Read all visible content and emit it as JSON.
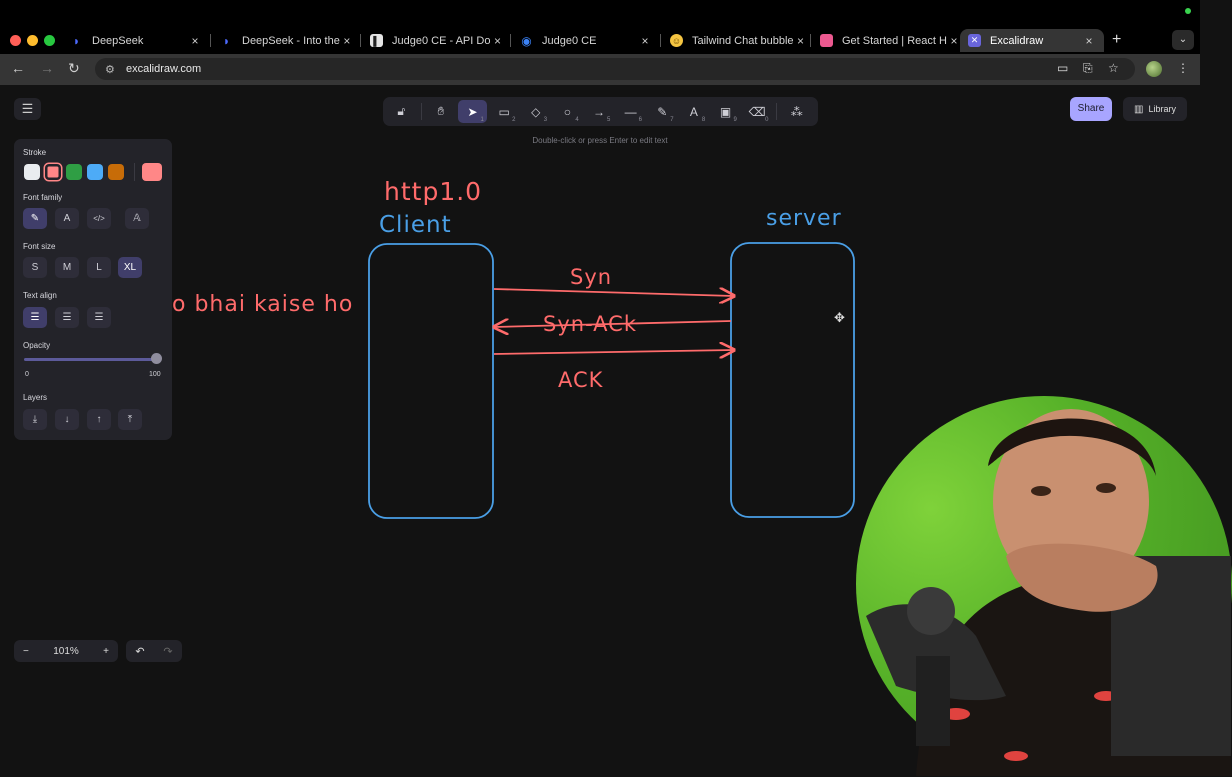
{
  "browser": {
    "tabs": [
      {
        "title": "DeepSeek",
        "favicon": "deepseek-whale-icon",
        "color": "#4d6bfe"
      },
      {
        "title": "DeepSeek - Into the",
        "favicon": "deepseek-whale-icon",
        "color": "#4d6bfe"
      },
      {
        "title": "Judge0 CE - API Do",
        "favicon": "judge0-doc-icon",
        "color": "#e5e5e5"
      },
      {
        "title": "Judge0 CE",
        "favicon": "judge0-search-icon",
        "color": "#3b82f6"
      },
      {
        "title": "Tailwind Chat bubble",
        "favicon": "emoji-face-icon",
        "color": "#f5c542"
      },
      {
        "title": "Get Started | React H",
        "favicon": "react-hook-form-icon",
        "color": "#ec5990"
      },
      {
        "title": "Excalidraw",
        "favicon": "excalidraw-icon",
        "color": "#6965db",
        "active": true
      }
    ],
    "close_glyph": "×",
    "new_tab_glyph": "+",
    "url": "excalidraw.com"
  },
  "app": {
    "menu_icon": "hamburger-icon",
    "hint": "Double-click or press Enter to edit text",
    "share_label": "Share",
    "library_label": "Library",
    "tools": [
      {
        "name": "lock",
        "glyph": "🔓︎",
        "num": ""
      },
      {
        "name": "hand",
        "glyph": "✋︎",
        "num": ""
      },
      {
        "name": "selection",
        "glyph": "➤",
        "num": "1",
        "active": true
      },
      {
        "name": "rectangle",
        "glyph": "▭",
        "num": "2"
      },
      {
        "name": "diamond",
        "glyph": "◇",
        "num": "3"
      },
      {
        "name": "ellipse",
        "glyph": "○",
        "num": "4"
      },
      {
        "name": "arrow",
        "glyph": "→",
        "num": "5"
      },
      {
        "name": "line",
        "glyph": "—",
        "num": "6"
      },
      {
        "name": "draw",
        "glyph": "✎",
        "num": "7"
      },
      {
        "name": "text",
        "glyph": "A",
        "num": "8"
      },
      {
        "name": "image",
        "glyph": "▣",
        "num": "9"
      },
      {
        "name": "eraser",
        "glyph": "⌫",
        "num": "0"
      },
      {
        "name": "extra-tools",
        "glyph": "⁂",
        "num": ""
      }
    ],
    "panel": {
      "stroke_label": "Stroke",
      "stroke_colors": [
        "#e9ecef",
        "#ff8787",
        "#2f9e44",
        "#4dabf7",
        "#c76c08"
      ],
      "selected_color": "#ff8787",
      "font_family_label": "Font family",
      "font_families": [
        {
          "name": "hand-drawn",
          "glyph": "✎",
          "on": true
        },
        {
          "name": "normal",
          "glyph": "A"
        },
        {
          "name": "code",
          "glyph": "</>"
        },
        {
          "name": "excalifont",
          "glyph": "𝔸"
        }
      ],
      "font_size_label": "Font size",
      "font_sizes": [
        "S",
        "M",
        "L",
        "XL"
      ],
      "font_size_selected": "XL",
      "text_align_label": "Text align",
      "opacity_label": "Opacity",
      "opacity_min": "0",
      "opacity_max": "100",
      "opacity_value": 100,
      "layers_label": "Layers"
    },
    "zoom": "101%",
    "zoom_out": "−",
    "zoom_in": "+",
    "undo": "↶",
    "redo": "↷"
  },
  "drawing": {
    "title": "http1.0",
    "client_label": "Client",
    "server_label": "server",
    "partial_text": "o bhai kaise ho",
    "arrow_labels": [
      "Syn",
      "Syn-ACk",
      "ACK"
    ],
    "colors": {
      "red": "#ff6b6b",
      "blue": "#4a9fe6"
    }
  }
}
